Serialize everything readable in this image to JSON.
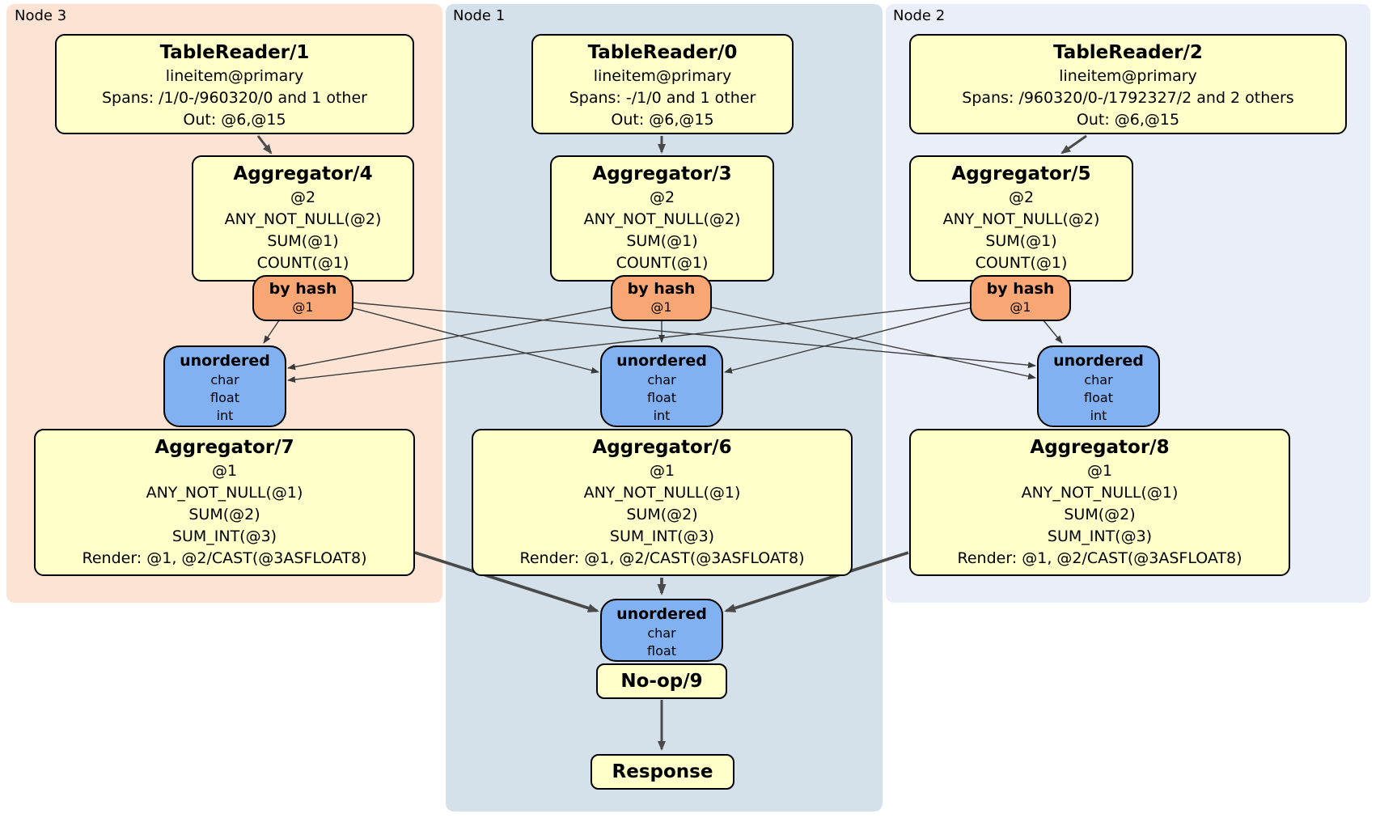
{
  "colors": {
    "panel_node3": "#fce3d4",
    "panel_node1": "#d4e1ea",
    "panel_node2": "#e9eef8",
    "processor_fill": "#feffc9",
    "router_fill": "#f8a673",
    "sync_fill": "#81b1f1",
    "edge": "#4a4a4a"
  },
  "nodes": [
    {
      "label": "Node 3",
      "table_reader": {
        "title": "TableReader/1",
        "lines": [
          "lineitem@primary",
          "Spans: /1/0-/960320/0 and 1 other",
          "Out: @6,@15"
        ]
      },
      "pre_aggregator": {
        "title": "Aggregator/4",
        "lines": [
          "@2",
          "ANY_NOT_NULL(@2)",
          "SUM(@1)",
          "COUNT(@1)"
        ]
      },
      "hash_router": {
        "title": "by hash",
        "lines": [
          "@1"
        ]
      },
      "sync": {
        "title": "unordered",
        "lines": [
          "char",
          "float",
          "int"
        ]
      },
      "final_aggregator": {
        "title": "Aggregator/7",
        "lines": [
          "@1",
          "ANY_NOT_NULL(@1)",
          "SUM(@2)",
          "SUM_INT(@3)",
          "Render: @1, @2/CAST(@3ASFLOAT8)"
        ]
      }
    },
    {
      "label": "Node 1",
      "table_reader": {
        "title": "TableReader/0",
        "lines": [
          "lineitem@primary",
          "Spans: -/1/0 and 1 other",
          "Out: @6,@15"
        ]
      },
      "pre_aggregator": {
        "title": "Aggregator/3",
        "lines": [
          "@2",
          "ANY_NOT_NULL(@2)",
          "SUM(@1)",
          "COUNT(@1)"
        ]
      },
      "hash_router": {
        "title": "by hash",
        "lines": [
          "@1"
        ]
      },
      "sync": {
        "title": "unordered",
        "lines": [
          "char",
          "float",
          "int"
        ]
      },
      "final_aggregator": {
        "title": "Aggregator/6",
        "lines": [
          "@1",
          "ANY_NOT_NULL(@1)",
          "SUM(@2)",
          "SUM_INT(@3)",
          "Render: @1, @2/CAST(@3ASFLOAT8)"
        ]
      },
      "final_sync": {
        "title": "unordered",
        "lines": [
          "char",
          "float"
        ]
      },
      "noop": {
        "title": "No-op/9"
      },
      "response": {
        "title": "Response"
      }
    },
    {
      "label": "Node 2",
      "table_reader": {
        "title": "TableReader/2",
        "lines": [
          "lineitem@primary",
          "Spans: /960320/0-/1792327/2 and 2 others",
          "Out: @6,@15"
        ]
      },
      "pre_aggregator": {
        "title": "Aggregator/5",
        "lines": [
          "@2",
          "ANY_NOT_NULL(@2)",
          "SUM(@1)",
          "COUNT(@1)"
        ]
      },
      "hash_router": {
        "title": "by hash",
        "lines": [
          "@1"
        ]
      },
      "sync": {
        "title": "unordered",
        "lines": [
          "char",
          "float",
          "int"
        ]
      },
      "final_aggregator": {
        "title": "Aggregator/8",
        "lines": [
          "@1",
          "ANY_NOT_NULL(@1)",
          "SUM(@2)",
          "SUM_INT(@3)",
          "Render: @1, @2/CAST(@3ASFLOAT8)"
        ]
      }
    }
  ]
}
